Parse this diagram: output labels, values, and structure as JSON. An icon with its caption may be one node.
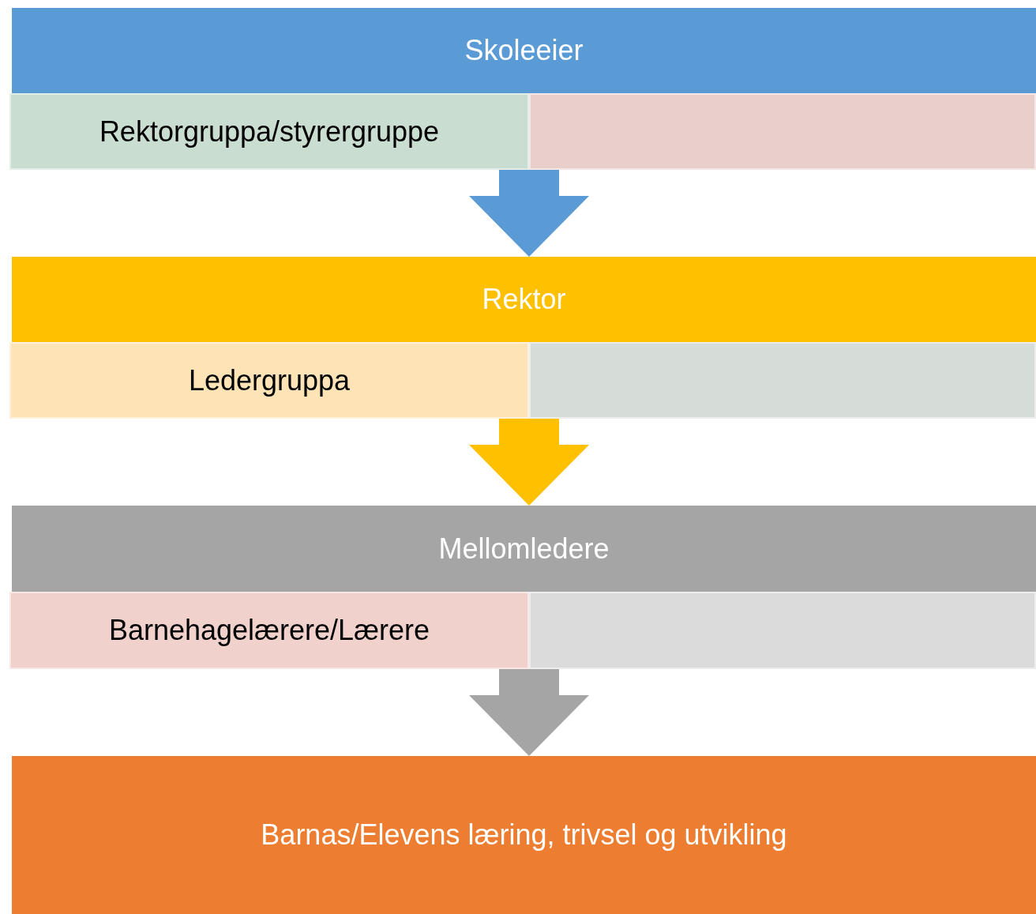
{
  "diagram": {
    "nodes": [
      {
        "text": [
          "Skoleeier"
        ]
      },
      {
        "text": [
          "Rektorgruppa/styrergruppe"
        ]
      },
      {
        "text": [],
        "shape": "box"
      },
      {
        "text": [
          "Rektor"
        ]
      },
      {
        "text": [
          "Ledergruppa"
        ]
      },
      {
        "text": [],
        "shape": "box"
      },
      {
        "text": [
          "Mellomledere"
        ]
      },
      {
        "text": [
          "Barnehagelærere/Lærere"
        ]
      },
      {
        "text": [],
        "shape": "box"
      },
      {
        "text": [
          "Barnas/Elevens læring, trivsel og utvikling"
        ]
      }
    ],
    "edges": [
      {
        "from": 1,
        "to": 3,
        "arrow": "to",
        "style": "thick",
        "color": "#5b9bd5"
      },
      {
        "from": 4,
        "to": 6,
        "arrow": "to",
        "style": "thick",
        "color": "#ffc000"
      },
      {
        "from": 7,
        "to": 9,
        "arrow": "to",
        "style": "thick",
        "color": "#a5a5a5"
      }
    ]
  }
}
